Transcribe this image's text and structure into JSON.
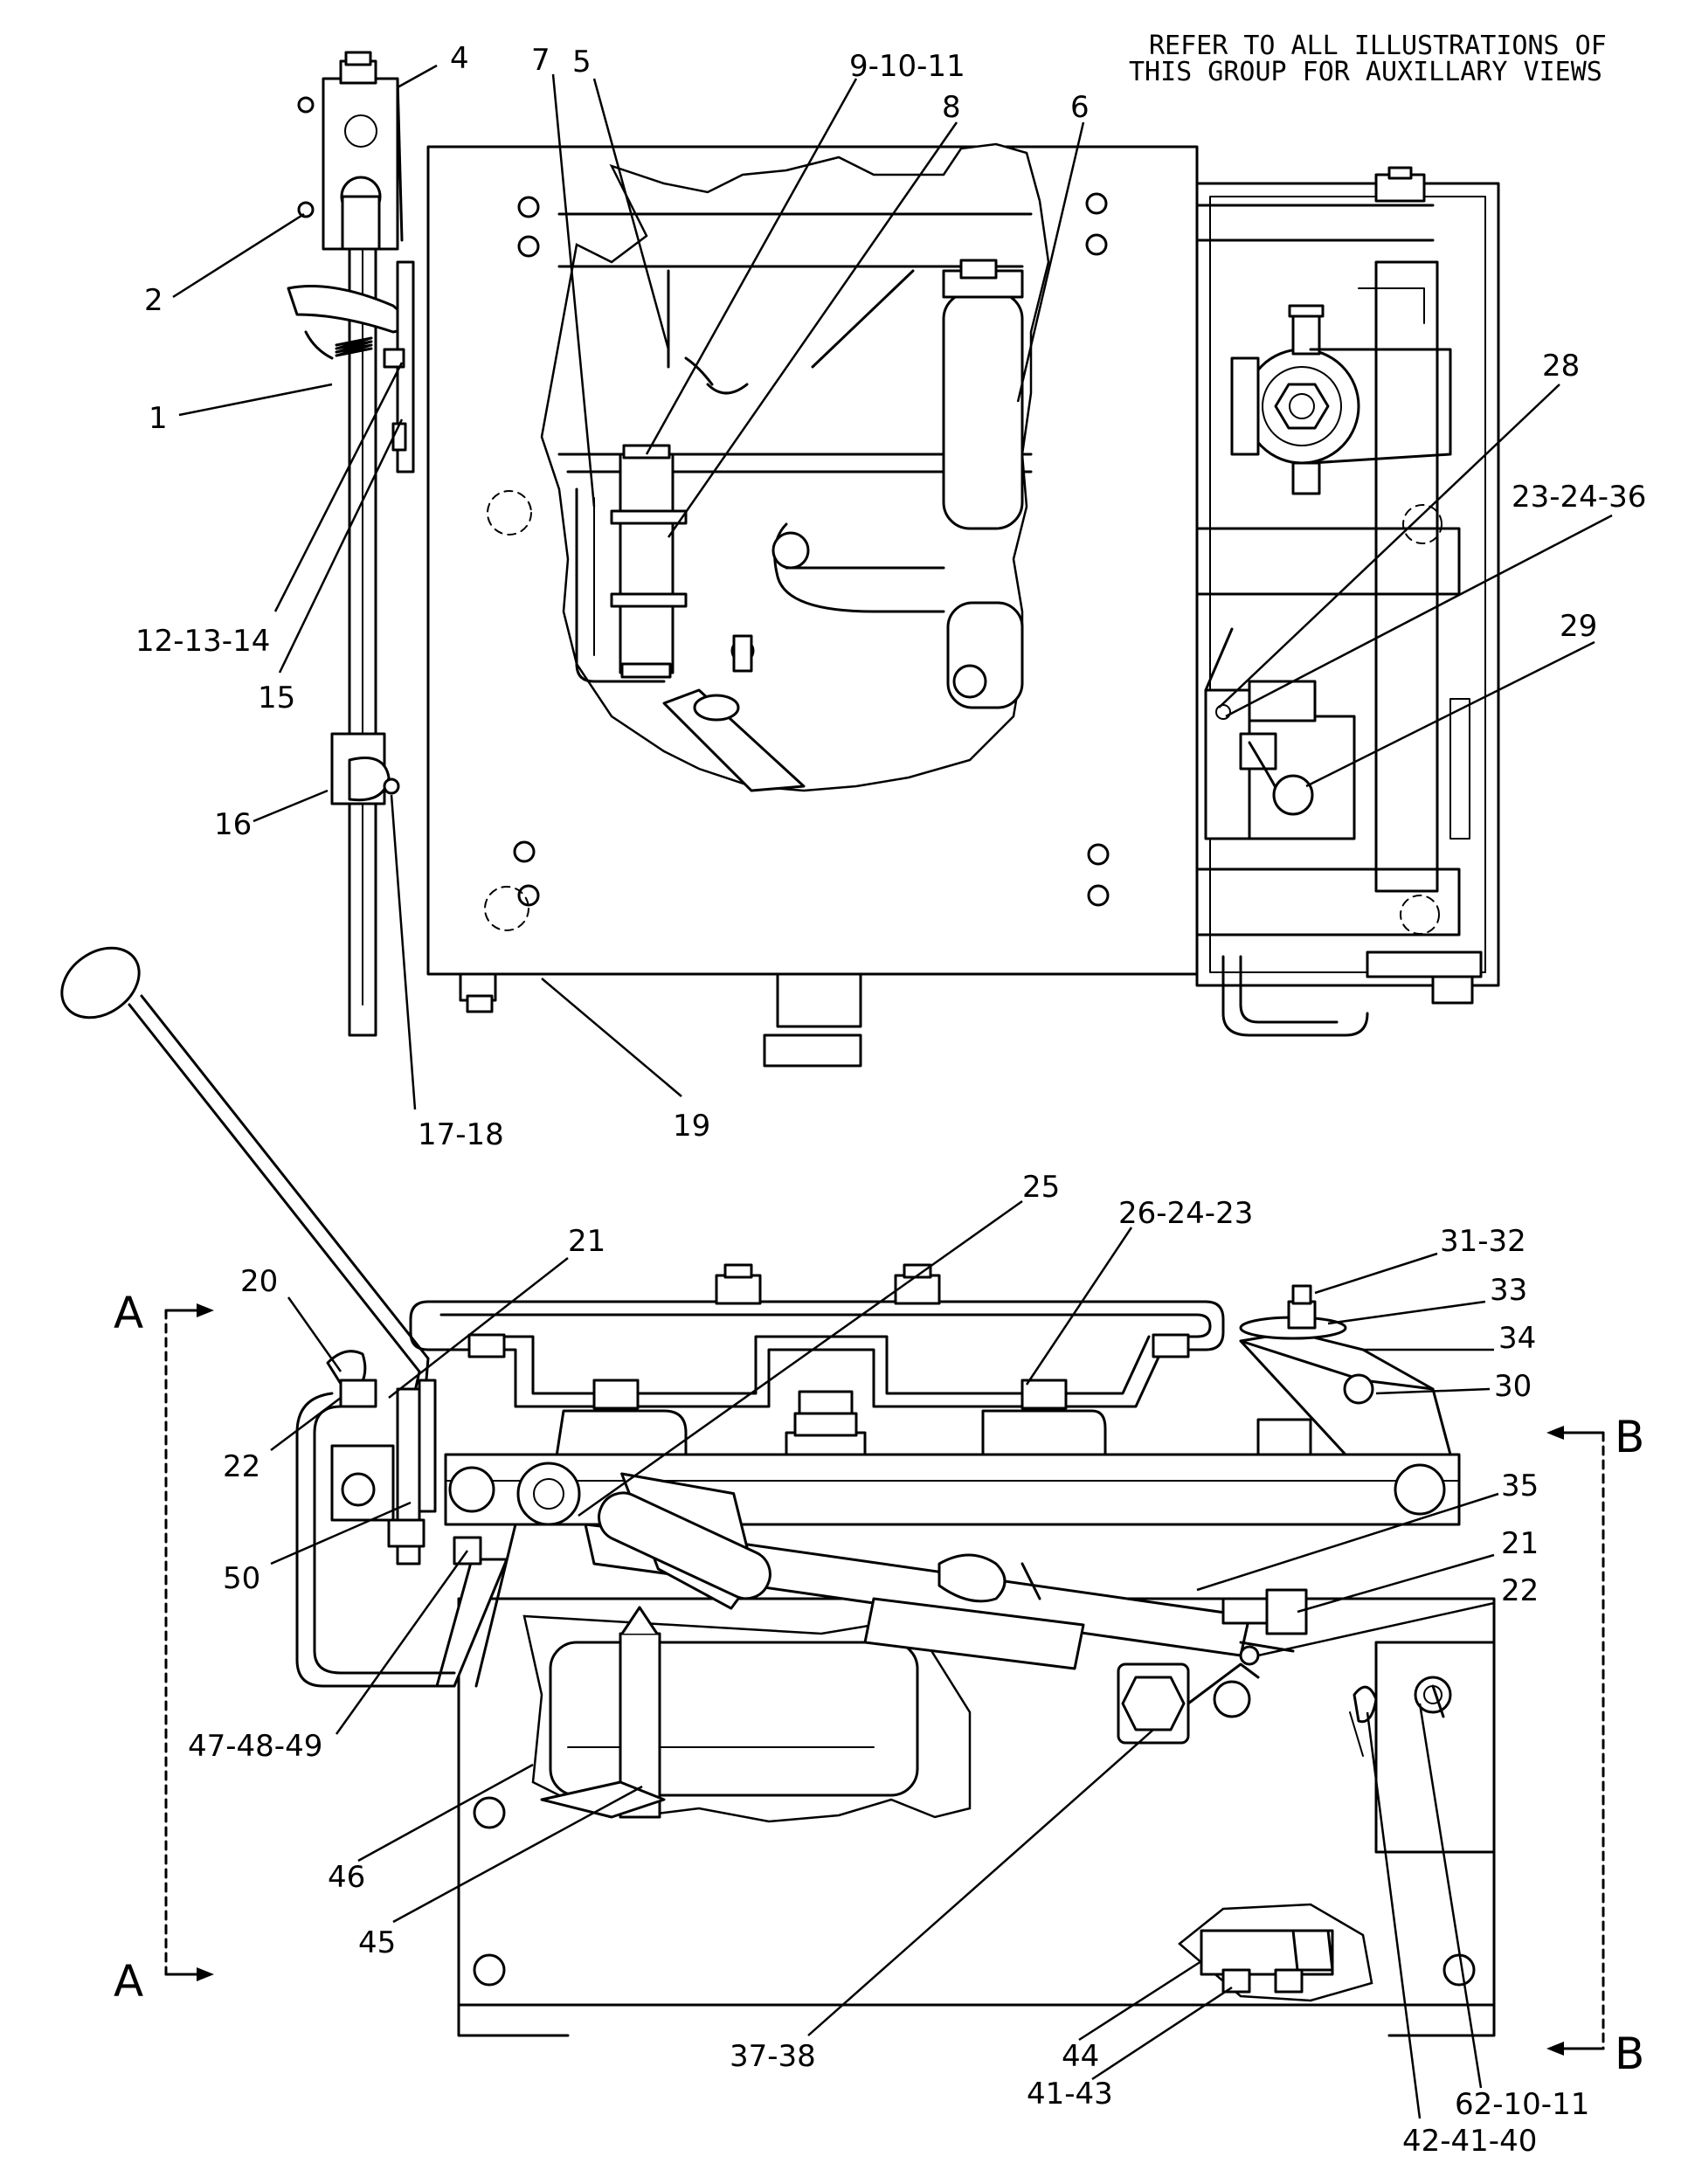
{
  "note": {
    "line1": "REFER TO ALL ILLUSTRATIONS OF",
    "line2": "THIS GROUP FOR AUXILLARY VIEWS"
  },
  "top_view": {
    "callouts": [
      "4",
      "7",
      "5",
      "9-10-11",
      "8",
      "6",
      "2",
      "1",
      "28",
      "23-24-36",
      "29",
      "12-13-14",
      "15",
      "16",
      "17-18",
      "19"
    ]
  },
  "bottom_view": {
    "callouts": [
      "25",
      "26-24-23",
      "21",
      "20",
      "31-32",
      "33",
      "34",
      "30",
      "22",
      "50",
      "35",
      "21",
      "22",
      "47-48-49",
      "46",
      "45",
      "37-38",
      "44",
      "41-43",
      "62-10-11",
      "42-41-40"
    ]
  },
  "section_markers": {
    "left_top": "A",
    "left_bottom": "A",
    "right_top": "B",
    "right_bottom": "B"
  },
  "colors": {
    "ink": "#000000",
    "paper": "#ffffff"
  }
}
